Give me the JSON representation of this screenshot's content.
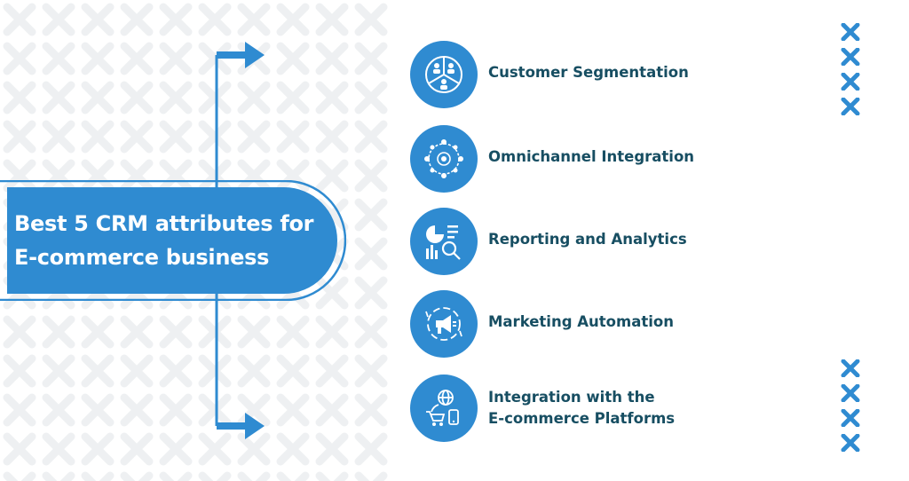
{
  "title": {
    "line1": "Best 5 CRM attributes for",
    "line2": "E-commerce business"
  },
  "items": [
    {
      "line1": "Customer Segmentation",
      "icon": "customer-segmentation-icon"
    },
    {
      "line1": "Omnichannel Integration",
      "icon": "omnichannel-network-icon"
    },
    {
      "line1": "Reporting and Analytics",
      "icon": "analytics-report-icon"
    },
    {
      "line1": "Marketing Automation",
      "icon": "marketing-automation-icon"
    },
    {
      "line1": "Integration with the",
      "line2": "E-commerce Platforms",
      "icon": "ecommerce-integration-icon"
    }
  ],
  "colors": {
    "primary_blue": "#2f8bd1",
    "text_teal": "#174e62",
    "pattern_gray": "#eef0f2"
  }
}
